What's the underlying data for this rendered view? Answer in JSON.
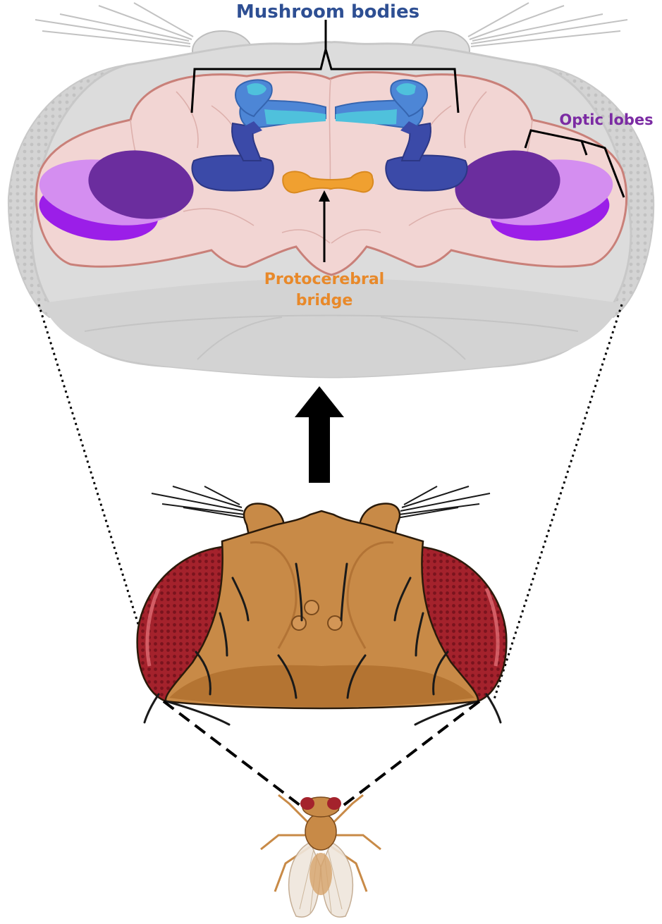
{
  "labels": {
    "mushroom_bodies": "Mushroom bodies",
    "optic_lobes": "Optic lobes",
    "protocerebral_line1": "Protocerebral",
    "protocerebral_line2": "bridge"
  },
  "colors": {
    "mushroom_label": "#2e4f93",
    "optic_label": "#7b2ba3",
    "protocerebral_label": "#e8892a",
    "brain_tissue": "#f2d5d3",
    "brain_outline": "#c98079",
    "head_capsule": "#d9d9d9",
    "mushroom_dark": "#3b4aa8",
    "mushroom_mid": "#4d86d6",
    "mushroom_light": "#4fc1dc",
    "optic_dark": "#6b2d9e",
    "optic_light": "#d48ef0",
    "optic_bright": "#9b1ee8",
    "bridge": "#f0a030",
    "fly_cuticle": "#c88a47",
    "fly_eye": "#a4222c",
    "arrow": "#000000"
  }
}
